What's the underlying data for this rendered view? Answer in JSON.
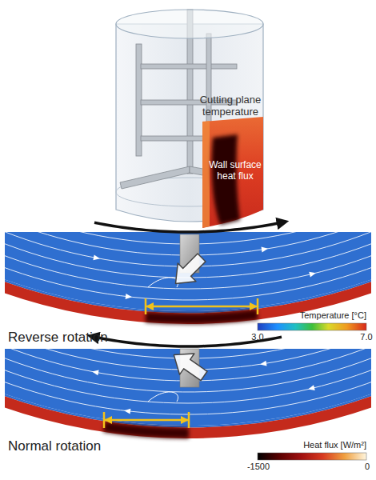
{
  "diagram": {
    "labels": [
      "Cutting plane temperature",
      "Wall surface heat flux",
      "Temperature [°C]",
      "3.0",
      "7.0",
      "Reverse rotation",
      "Normal rotation",
      "Heat flux [W/m²]",
      "-1500",
      "0"
    ]
  }
}
